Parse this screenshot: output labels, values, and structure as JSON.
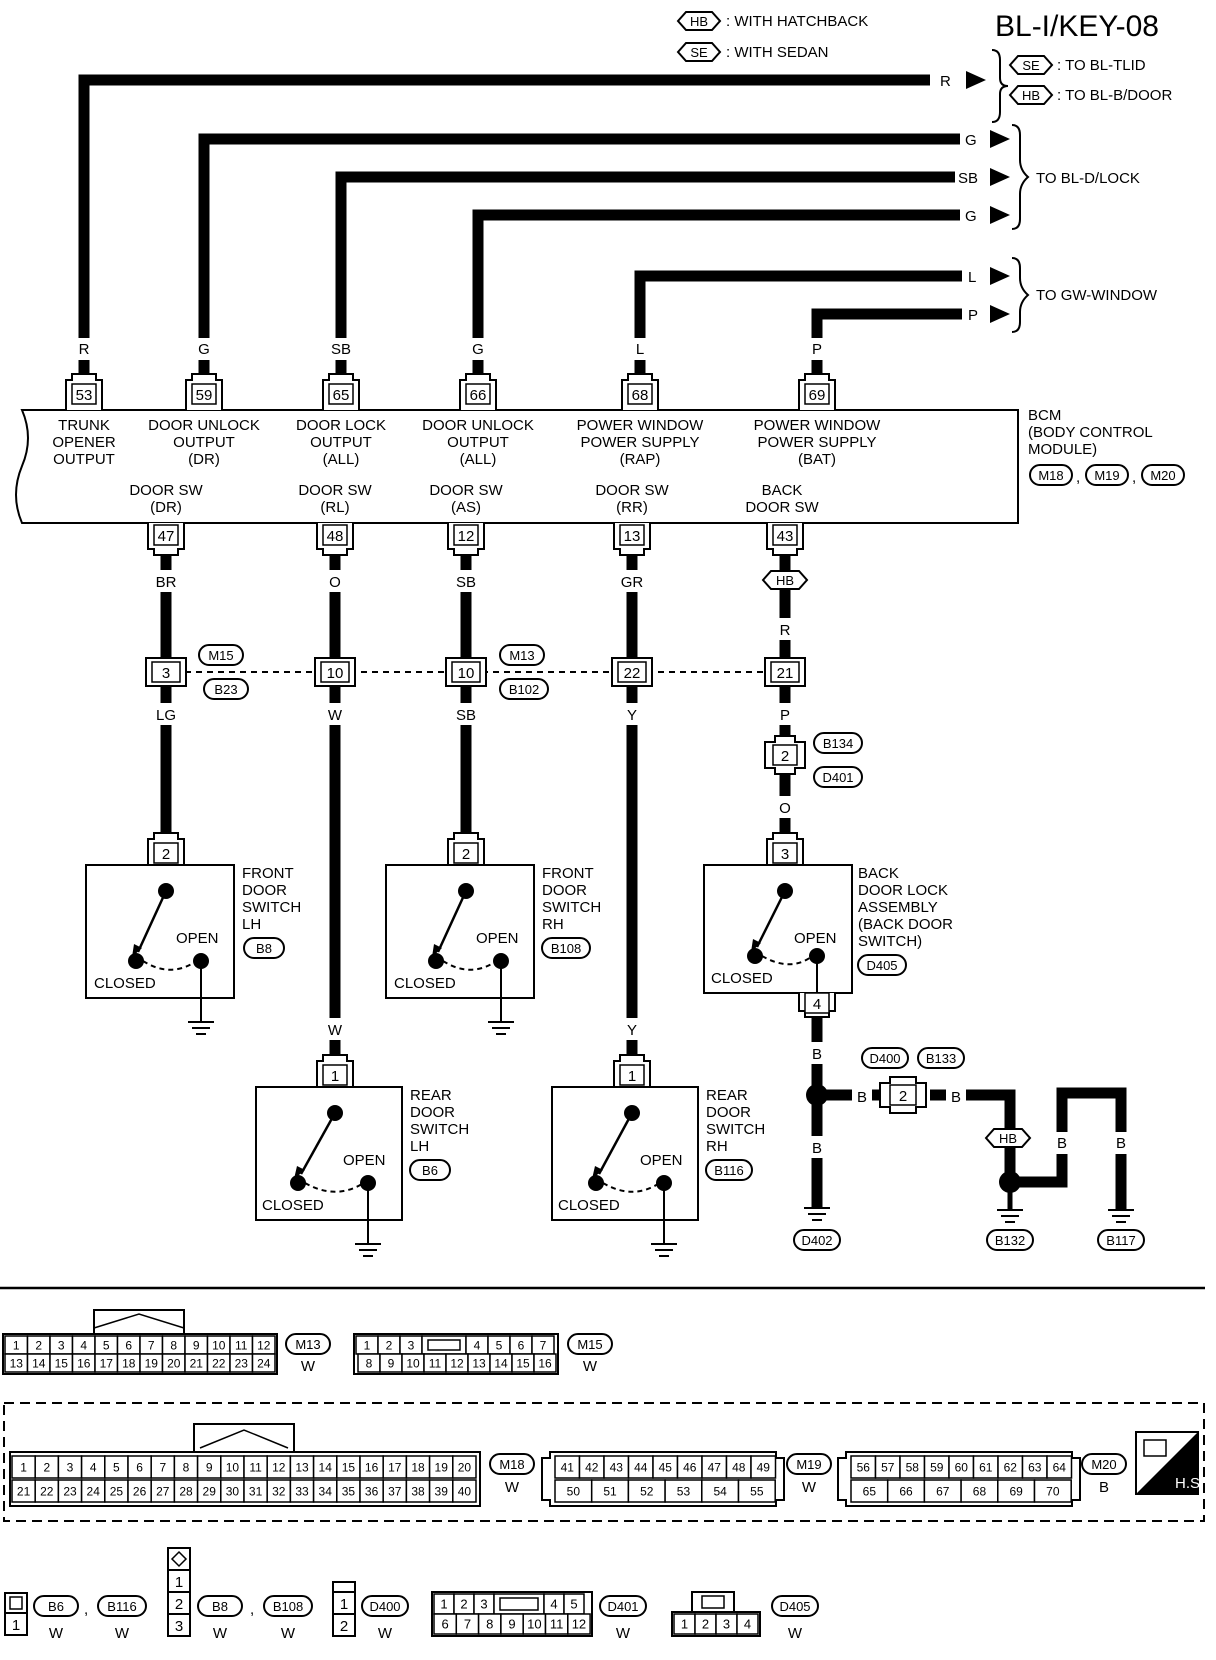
{
  "title": "BL-I/KEY-08",
  "legend": [
    {
      "tag": "HB",
      "text": ": WITH HATCHBACK"
    },
    {
      "tag": "SE",
      "text": ": WITH SEDAN"
    }
  ],
  "destinations": {
    "se_tlid": ": TO BL-TLID",
    "hb_bdoor": ": TO BL-B/DOOR",
    "dlock": "TO BL-D/LOCK",
    "gw": "TO GW-WINDOW"
  },
  "bcm": {
    "name": "BCM",
    "desc1": "(BODY CONTROL",
    "desc2": "MODULE)",
    "connectors": [
      "M18",
      "M19",
      "M20"
    ],
    "top_terminals": [
      {
        "pin": "53",
        "wire": "R",
        "lines": [
          "TRUNK",
          "OPENER",
          "OUTPUT"
        ]
      },
      {
        "pin": "59",
        "wire": "G",
        "lines": [
          "DOOR UNLOCK",
          "OUTPUT",
          "(DR)"
        ]
      },
      {
        "pin": "65",
        "wire": "SB",
        "lines": [
          "DOOR LOCK",
          "OUTPUT",
          "(ALL)"
        ]
      },
      {
        "pin": "66",
        "wire": "G",
        "lines": [
          "DOOR UNLOCK",
          "OUTPUT",
          "(ALL)"
        ]
      },
      {
        "pin": "68",
        "wire": "L",
        "lines": [
          "POWER WINDOW",
          "POWER SUPPLY",
          "(RAP)"
        ]
      },
      {
        "pin": "69",
        "wire": "P",
        "lines": [
          "POWER WINDOW",
          "POWER SUPPLY",
          "(BAT)"
        ]
      }
    ],
    "bottom_terminals": [
      {
        "pin": "47",
        "lines": [
          "DOOR SW",
          "(DR)"
        ]
      },
      {
        "pin": "48",
        "lines": [
          "DOOR SW",
          "(RL)"
        ]
      },
      {
        "pin": "12",
        "lines": [
          "DOOR SW",
          "(AS)"
        ]
      },
      {
        "pin": "13",
        "lines": [
          "DOOR SW",
          "(RR)"
        ]
      },
      {
        "pin": "43",
        "lines": [
          "BACK",
          "DOOR SW"
        ]
      }
    ]
  },
  "wires": {
    "br": "BR",
    "o": "O",
    "sb": "SB",
    "gr": "GR",
    "hb": "HB",
    "r": "R",
    "lg": "LG",
    "w": "W",
    "y": "Y",
    "p": "P",
    "b": "B"
  },
  "junction": {
    "pins": [
      "3",
      "10",
      "10",
      "22",
      "21"
    ],
    "conn_a": [
      "M15",
      "B23"
    ],
    "conn_b": [
      "M13",
      "B102"
    ],
    "conn_c_pin": "2",
    "conn_c": [
      "B134",
      "D401"
    ]
  },
  "switches": {
    "front_lh": {
      "pin": "2",
      "lines": [
        "FRONT",
        "DOOR",
        "SWITCH",
        "LH"
      ],
      "conn": "B8"
    },
    "front_rh": {
      "pin": "2",
      "lines": [
        "FRONT",
        "DOOR",
        "SWITCH",
        "RH"
      ],
      "conn": "B108"
    },
    "back": {
      "pin": "3",
      "pin2": "4",
      "lines": [
        "BACK",
        "DOOR LOCK",
        "ASSEMBLY",
        "(BACK DOOR",
        "SWITCH)"
      ],
      "conn": "D405"
    },
    "rear_lh": {
      "pin": "1",
      "lines": [
        "REAR",
        "DOOR",
        "SWITCH",
        "LH"
      ],
      "conn": "B6"
    },
    "rear_rh": {
      "pin": "1",
      "lines": [
        "REAR",
        "DOOR",
        "SWITCH",
        "RH"
      ],
      "conn": "B116"
    },
    "open": "OPEN",
    "closed": "CLOSED"
  },
  "ground": {
    "d400": "D400",
    "b133": "B133",
    "pin": "2",
    "d402": "D402",
    "b132": "B132",
    "b117": "B117"
  },
  "connectors_bottom": {
    "m13": {
      "name": "M13",
      "color": "W",
      "row1": [
        "1",
        "2",
        "3",
        "4",
        "5",
        "6",
        "7",
        "8",
        "9",
        "10",
        "11",
        "12"
      ],
      "row2": [
        "13",
        "14",
        "15",
        "16",
        "17",
        "18",
        "19",
        "20",
        "21",
        "22",
        "23",
        "24"
      ]
    },
    "m15": {
      "name": "M15",
      "color": "W",
      "row1": [
        "1",
        "2",
        "3",
        "",
        "4",
        "5",
        "6",
        "7"
      ],
      "row2": [
        "8",
        "9",
        "10",
        "11",
        "12",
        "13",
        "14",
        "15",
        "16"
      ]
    },
    "m18": {
      "name": "M18",
      "color": "W",
      "row1": [
        "1",
        "2",
        "3",
        "4",
        "5",
        "6",
        "7",
        "8",
        "9",
        "10",
        "11",
        "12",
        "13",
        "14",
        "15",
        "16",
        "17",
        "18",
        "19",
        "20"
      ],
      "row2": [
        "21",
        "22",
        "23",
        "24",
        "25",
        "26",
        "27",
        "28",
        "29",
        "30",
        "31",
        "32",
        "33",
        "34",
        "35",
        "36",
        "37",
        "38",
        "39",
        "40"
      ]
    },
    "m19": {
      "name": "M19",
      "color": "W",
      "row1": [
        "41",
        "42",
        "43",
        "44",
        "45",
        "46",
        "47",
        "48",
        "49"
      ],
      "row2": [
        "50",
        "51",
        "52",
        "53",
        "54",
        "55"
      ]
    },
    "m20": {
      "name": "M20",
      "color": "B",
      "row1": [
        "56",
        "57",
        "58",
        "59",
        "60",
        "61",
        "62",
        "63",
        "64"
      ],
      "row2": [
        "65",
        "66",
        "67",
        "68",
        "69",
        "70"
      ]
    },
    "hs": "H.S.",
    "b6": {
      "name": "B6",
      "color": "W",
      "pin": "1"
    },
    "b116": {
      "name": "B116",
      "color": "W"
    },
    "b8": {
      "name": "B8",
      "color": "W",
      "pins": [
        "1",
        "2",
        "3"
      ]
    },
    "b108": {
      "name": "B108",
      "color": "W"
    },
    "d400": {
      "name": "D400",
      "color": "W",
      "pins": [
        "1",
        "2"
      ]
    },
    "d401": {
      "name": "D401",
      "color": "W",
      "row1": [
        "1",
        "2",
        "3",
        "",
        "4",
        "5"
      ],
      "row2": [
        "6",
        "7",
        "8",
        "9",
        "10",
        "11",
        "12"
      ]
    },
    "d405": {
      "name": "D405",
      "color": "W",
      "row": [
        "1",
        "2",
        "3",
        "4"
      ]
    }
  }
}
